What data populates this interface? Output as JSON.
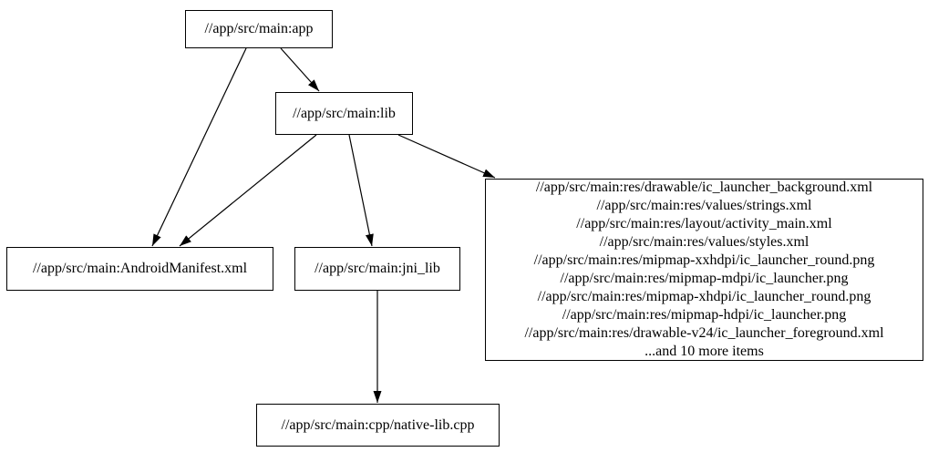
{
  "diagram": {
    "kind": "dependency-graph",
    "colors": {
      "background": "#ffffff",
      "node_border": "#000000",
      "edge": "#000000",
      "text": "#000000"
    },
    "nodes": {
      "app": {
        "label": "//app/src/main:app"
      },
      "lib": {
        "label": "//app/src/main:lib"
      },
      "manifest": {
        "label": "//app/src/main:AndroidManifest.xml"
      },
      "jni_lib": {
        "label": "//app/src/main:jni_lib"
      },
      "native": {
        "label": "//app/src/main:cpp/native-lib.cpp"
      },
      "res_group": {
        "lines": [
          "//app/src/main:res/drawable/ic_launcher_background.xml",
          "//app/src/main:res/values/strings.xml",
          "//app/src/main:res/layout/activity_main.xml",
          "//app/src/main:res/values/styles.xml",
          "//app/src/main:res/mipmap-xxhdpi/ic_launcher_round.png",
          "//app/src/main:res/mipmap-mdpi/ic_launcher.png",
          "//app/src/main:res/mipmap-xhdpi/ic_launcher_round.png",
          "//app/src/main:res/mipmap-hdpi/ic_launcher.png",
          "//app/src/main:res/drawable-v24/ic_launcher_foreground.xml",
          "...and 10 more items"
        ]
      }
    },
    "edges": [
      {
        "from": "//app/src/main:app",
        "to": "//app/src/main:AndroidManifest.xml"
      },
      {
        "from": "//app/src/main:app",
        "to": "//app/src/main:lib"
      },
      {
        "from": "//app/src/main:lib",
        "to": "//app/src/main:AndroidManifest.xml"
      },
      {
        "from": "//app/src/main:lib",
        "to": "//app/src/main:jni_lib"
      },
      {
        "from": "//app/src/main:lib",
        "to": "res_group"
      },
      {
        "from": "//app/src/main:jni_lib",
        "to": "//app/src/main:cpp/native-lib.cpp"
      }
    ]
  }
}
